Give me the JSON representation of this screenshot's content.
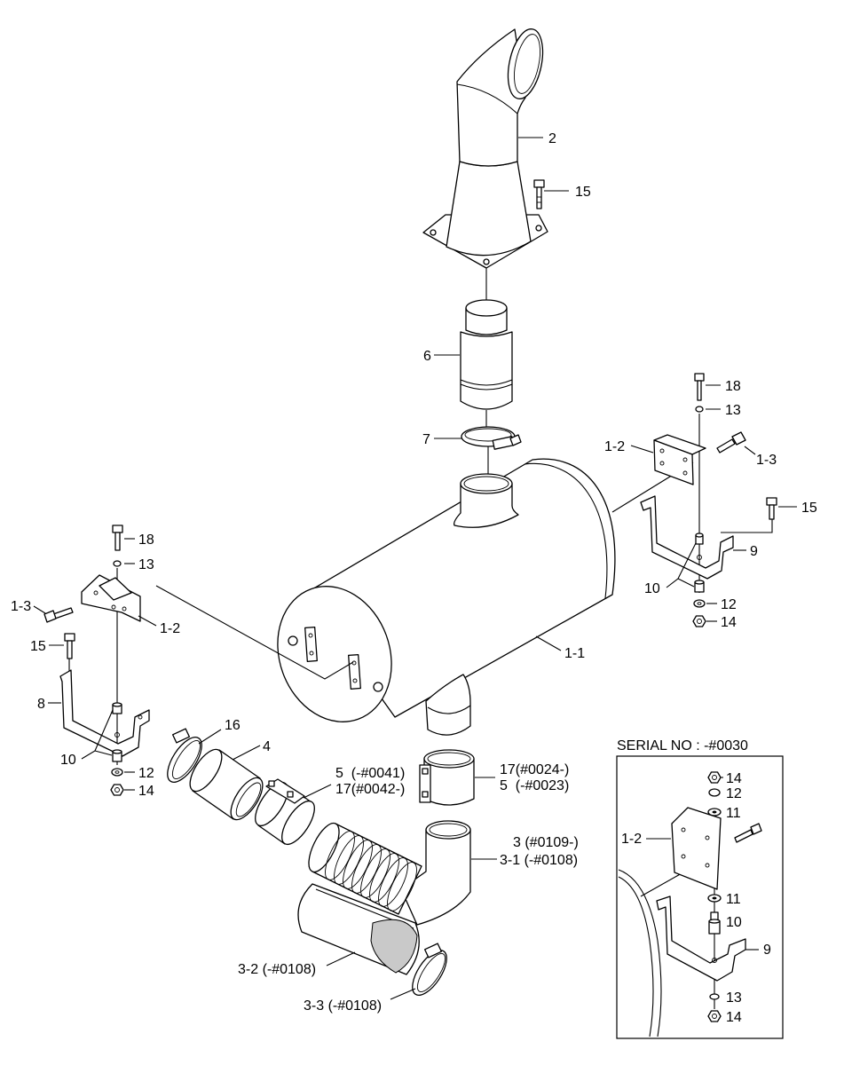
{
  "callouts": {
    "exhaust_stack": "2",
    "stack_bolt": "15",
    "pipe": "6",
    "clamp": "7",
    "r_bolt_18": "18",
    "r_washer_13": "13",
    "r_bracket_12": "1-2",
    "r_bolt_13": "1-3",
    "r_bolt_15": "15",
    "r_bracket_9": "9",
    "r_rubber_10": "10",
    "r_washer_12": "12",
    "r_nut_14": "14",
    "l_bolt_18": "18",
    "l_washer_13": "13",
    "l_bolt_13": "1-3",
    "l_bracket_12": "1-2",
    "l_bolt_15": "15",
    "l_bracket_8": "8",
    "muffler": "1-1",
    "l_rubber_10": "10",
    "l_washer_12": "12",
    "l_nut_14": "14",
    "clamp_16": "16",
    "pipe_4": "4",
    "band_5_a": "5  (-#0041)",
    "band_17_a": "17(#0042-)",
    "band_17_b": "17(#0024-)",
    "band_5_b": "5  (-#0023)",
    "elbow_3": "3 (#0109-)",
    "elbow_3_1": "3-1 (-#0108)",
    "shield_3_2": "3-2 (-#0108)",
    "clamp_3_3": "3-3 (-#0108)"
  },
  "inset": {
    "title": "SERIAL NO : -#0030",
    "nut_14_top": "14",
    "washer_12": "12",
    "washer_11_top": "11",
    "bracket_1_2": "1-2",
    "washer_11_bottom": "11",
    "rubber_10": "10",
    "bracket_9": "9",
    "washer_13": "13",
    "nut_14_bottom": "14"
  }
}
